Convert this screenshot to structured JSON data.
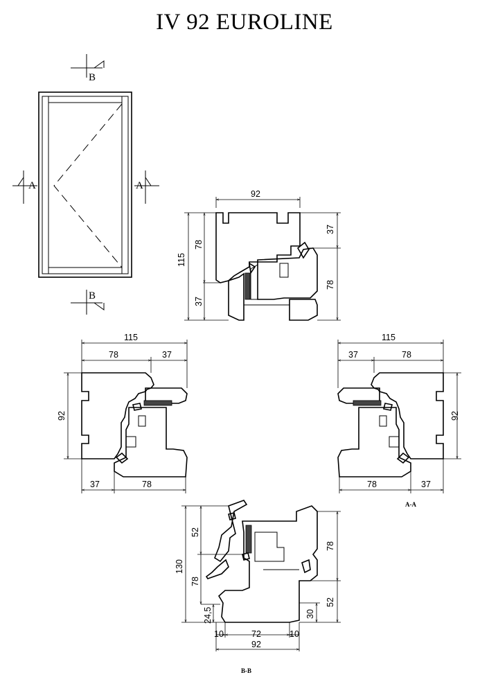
{
  "title": "IV 92 EUROLINE",
  "section_markers": {
    "b": "B",
    "a": "A"
  },
  "top_section": {
    "width": "92",
    "height": "115",
    "left_upper": "78",
    "left_lower": "37",
    "right_upper": "37",
    "right_lower": "78"
  },
  "left_section": {
    "width": "115",
    "part_a": "78",
    "part_b": "37",
    "height": "92",
    "bottom_a": "37",
    "bottom_b": "78"
  },
  "right_section": {
    "width": "115",
    "part_a": "37",
    "part_b": "78",
    "height": "92",
    "bottom_a": "78",
    "bottom_b": "37"
  },
  "aa_label": "A-A",
  "bottom_section": {
    "height": "130",
    "left_upper": "52",
    "left_lower": "78",
    "sill": "24,5",
    "right_upper": "78",
    "right_lower": "52",
    "right_foot": "30",
    "foot_left": "10",
    "foot_mid": "72",
    "foot_right": "10",
    "width": "92"
  },
  "bb_label": "B-B"
}
